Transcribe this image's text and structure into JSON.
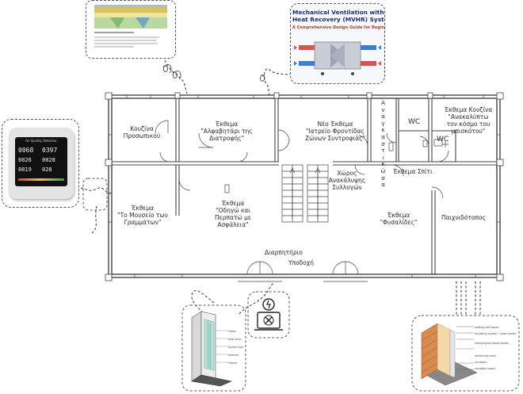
{
  "rooms": {
    "kitchen_staff": [
      "Κουζίνα",
      "Προσωπικού"
    ],
    "alphabet": [
      "Έκθεμα",
      "\"Αλφαβητάρι της",
      "Διατροφής\""
    ],
    "nutrition_office": [
      "Νέο Έκθεμα",
      "\"Ιατρείο Φροντίδας",
      "Ζώνων Συντροφιάς\""
    ],
    "storage_vertical": "Αναγκαστικώσα",
    "wc1": "WC",
    "wc2": "WC",
    "kitchen_exhibit": [
      "Έκθεμα Κουζίνα",
      "\"Ανακαλύπτω",
      "τον κόσμο του",
      "μπισκότου\""
    ],
    "museum": [
      "Έκθεμα",
      "\"Το Μουσείο των",
      "Γραμμάτων\""
    ],
    "guides": [
      "Έκθεμα",
      "\"Οδηγώ και",
      "Περπατώ με",
      "Ασφάλεια\""
    ],
    "collection_space": [
      "Χώρος",
      "Ανακάλυψης",
      "Συλλογών"
    ],
    "house_exhibit": "Έκθεμα Σπίτι",
    "soap_exhibit": [
      "Έκθεμα",
      "\"Φυσαλίδες\""
    ],
    "playroom": "Παιχνιδότοπος",
    "corridor": "Διαρπητήριο",
    "reception": "Υποδοχή"
  },
  "mvhr": {
    "title_line1": "Mechanical Ventilation with",
    "title_line2": "Heat Recovery (MVHR) System",
    "subtitle": "A Comprehensive Design Guide for Beginners"
  },
  "air_detector": {
    "brand": "Air Quality Detector",
    "readings": [
      "0068",
      "0397",
      "0026",
      "0028",
      "0019",
      "028"
    ]
  },
  "window_legend": [
    "Glass",
    "Seal strip",
    "Spacer bar",
    "Sealant",
    "Frame"
  ],
  "insulation_legend": [
    "existing wall board",
    "insulating system + base render",
    "lime/polymer based render",
    "reinforcing mesh",
    "insulation",
    "insulation board"
  ],
  "colors": {
    "wall": "#444444",
    "brick": "#d98a4e",
    "insulation": "#f3d9a8",
    "mvhr_title": "#1d2b7a",
    "mvhr_subtitle": "#c0392b",
    "arrow_warm": "#d9534f",
    "arrow_cold": "#3c7dd9",
    "detector_red": "#e53935",
    "detector_green": "#43a047",
    "detector_yellow": "#fbc02d"
  },
  "icons": [
    "ventilation-fan-icon",
    "air-quality-detector",
    "window-profile",
    "wall-insulation-section"
  ]
}
